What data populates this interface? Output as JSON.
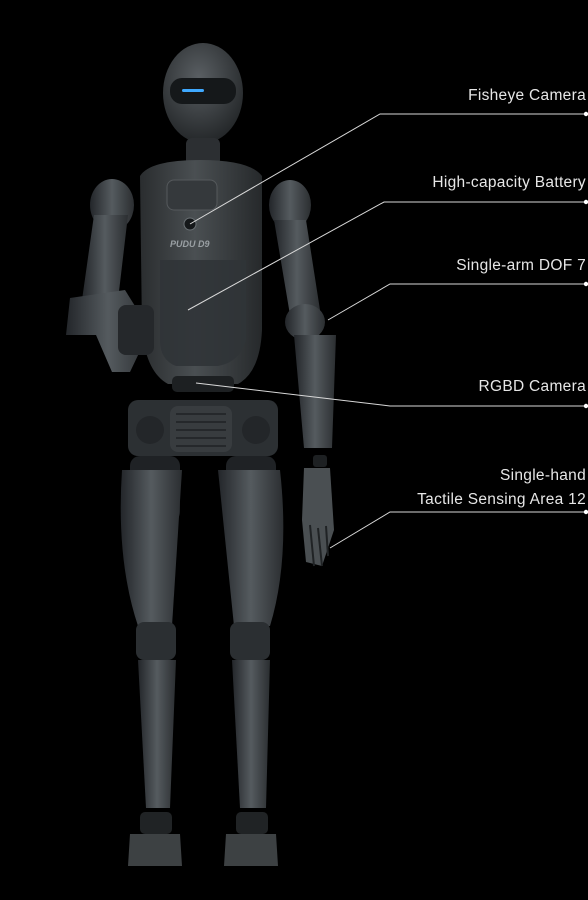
{
  "colors": {
    "background": "#000000",
    "text": "#e6e6e6",
    "line": "#d9d9d9",
    "robot_body": "#3d4143",
    "robot_dark": "#1e2022",
    "robot_highlight": "#6a7074",
    "eye_accent": "#3fa9ff"
  },
  "robot": {
    "logo_text": "PUDU D9"
  },
  "callouts": {
    "fisheye_camera": "Fisheye Camera",
    "high_capacity_battery": "High-capacity Battery",
    "single_arm_dof": "Single-arm DOF 7",
    "rgbd_camera": "RGBD Camera",
    "tactile_line1": "Single-hand",
    "tactile_line2": "Tactile Sensing Area 12"
  }
}
